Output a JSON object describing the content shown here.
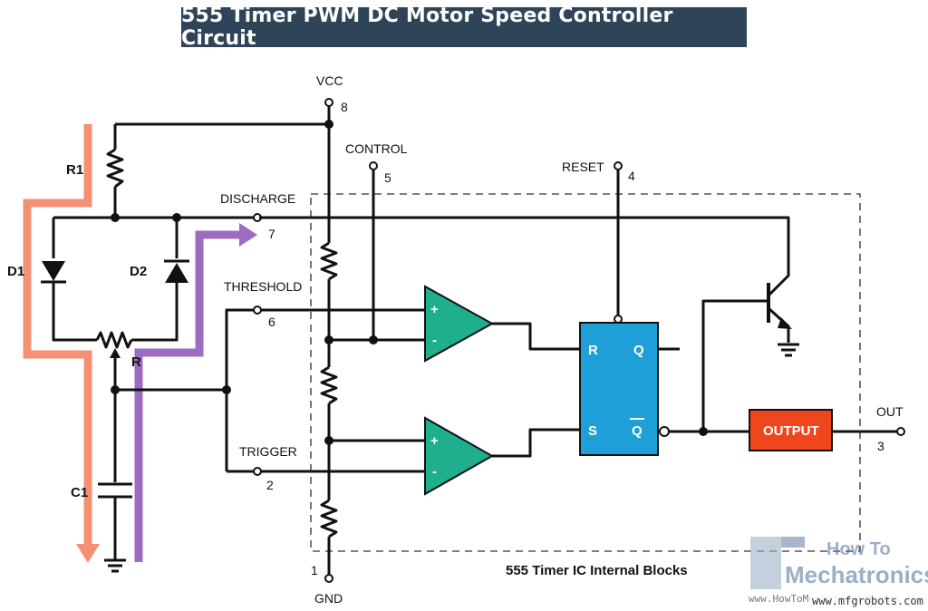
{
  "title": "555 Timer PWM DC Motor Speed Controller Circuit",
  "colors": {
    "title_bg": "#2f4458",
    "comparator": "#1fae8e",
    "flipflop": "#1e9fd8",
    "output_block": "#f0461e",
    "charge_path": "#f39172",
    "discharge_path": "#9b6cc0",
    "wire": "#111111"
  },
  "pins": {
    "vcc": {
      "name": "VCC",
      "number": "8"
    },
    "control": {
      "name": "CONTROL",
      "number": "5"
    },
    "reset": {
      "name": "RESET",
      "number": "4"
    },
    "discharge": {
      "name": "DISCHARGE",
      "number": "7"
    },
    "threshold": {
      "name": "THRESHOLD",
      "number": "6"
    },
    "trigger": {
      "name": "TRIGGER",
      "number": "2"
    },
    "out": {
      "name": "OUT",
      "number": "3"
    },
    "gnd": {
      "name": "GND",
      "number": "1"
    }
  },
  "components": {
    "r1": "R1",
    "d1": "D1",
    "d2": "D2",
    "r": "R",
    "c1": "C1"
  },
  "comparators": {
    "upper": {
      "plus": "+",
      "minus": "-"
    },
    "lower": {
      "plus": "+",
      "minus": "-"
    }
  },
  "flipflop": {
    "r": "R",
    "s": "S",
    "q": "Q",
    "qbar": "Q"
  },
  "output_block": "OUTPUT",
  "ic_label": "555 Timer IC Internal Blocks",
  "logo": {
    "line1": "How To",
    "line2": "Mechatronics",
    "url": "www.HowToMechatronics.com"
  },
  "watermark": "www.mfgrobots.com"
}
